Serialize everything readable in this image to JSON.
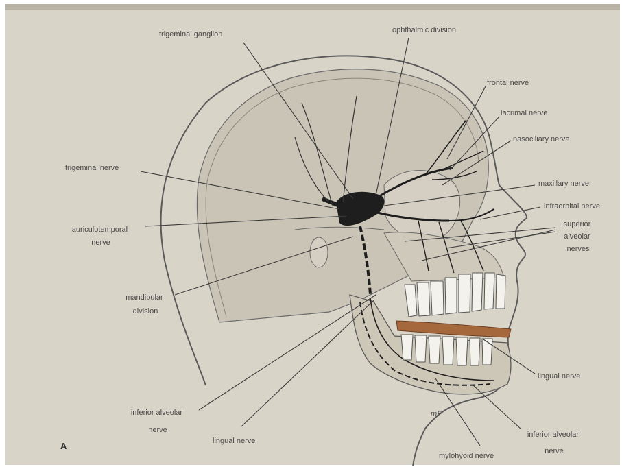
{
  "figure_letter": "A",
  "artist_mark": "mF",
  "labels": {
    "trigeminal_ganglion": "trigeminal ganglion",
    "ophthalmic_division": "ophthalmic division",
    "frontal_nerve": "frontal nerve",
    "lacrimal_nerve": "lacrimal nerve",
    "nasociliary_nerve": "nasociliary nerve",
    "trigeminal_nerve": "trigeminal nerve",
    "maxillary_nerve": "maxillary nerve",
    "infraorbital_nerve": "infraorbital nerve",
    "auriculotemporal_nerve": [
      "auriculotemporal",
      "nerve"
    ],
    "superior_alveolar_nerves": [
      "superior",
      "alveolar",
      "nerves"
    ],
    "mandibular_division": [
      "mandibular",
      "division"
    ],
    "lingual_nerve_right": "lingual nerve",
    "inferior_alveolar_nerve_left": [
      "inferior alveolar",
      "nerve"
    ],
    "lingual_nerve_bottom": "lingual nerve",
    "inferior_alveolar_nerve_right": [
      "inferior alveolar",
      "nerve"
    ],
    "mylohyoid_nerve": "mylohyoid nerve"
  },
  "colors": {
    "page": "#d9d4c8",
    "skull": "#c9c4b6",
    "outline": "#5a5a5a",
    "nerve": "#1e1e1e",
    "gum": "#a5683c",
    "teeth": "#f4f2ec"
  }
}
